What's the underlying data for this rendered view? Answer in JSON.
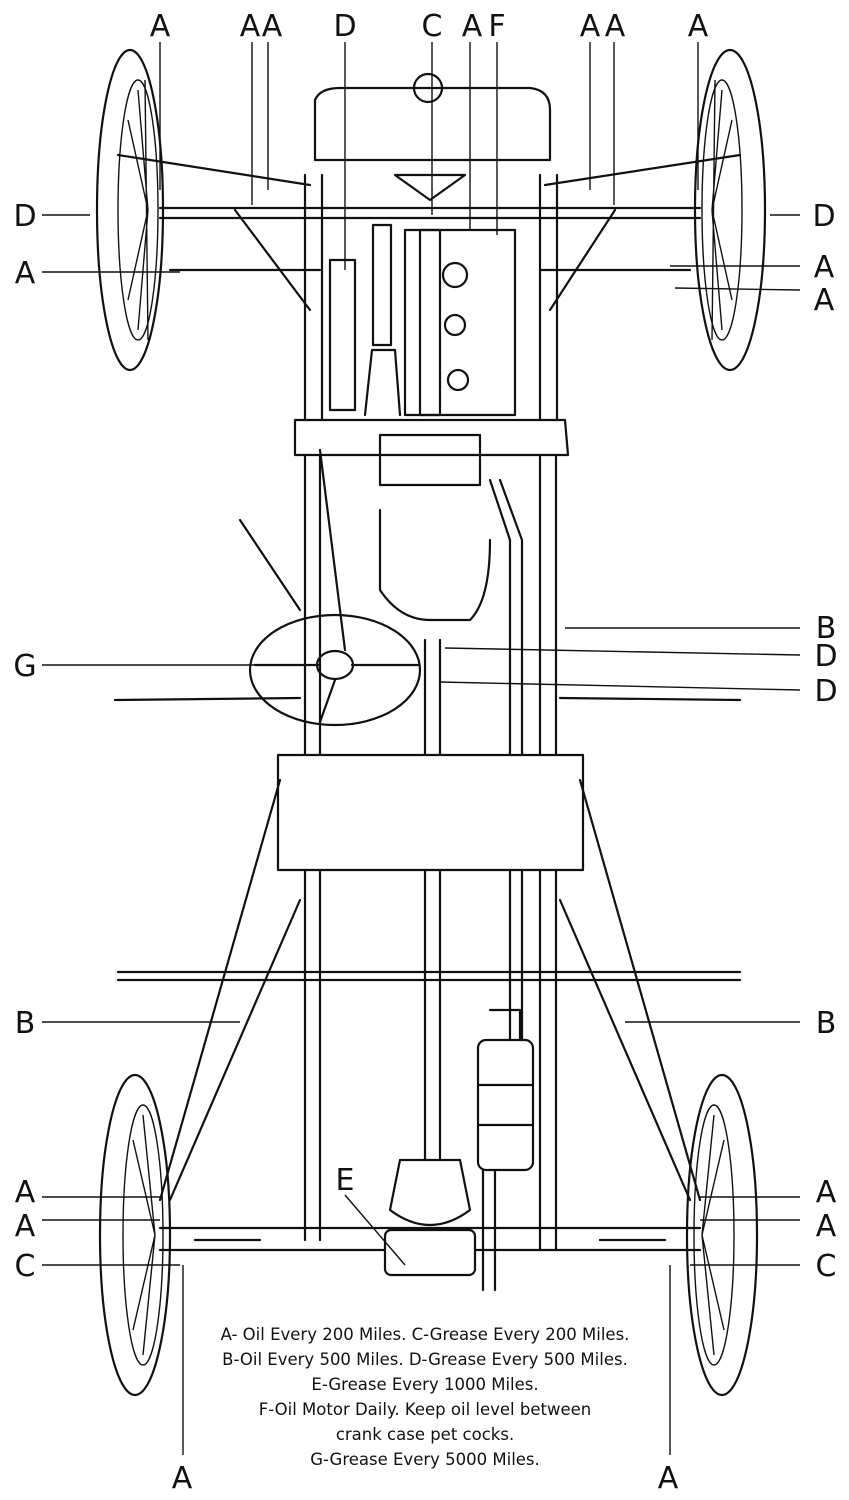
{
  "callouts": [
    "A",
    "A",
    "A",
    "D",
    "C",
    "A",
    "F",
    "A",
    "A",
    "A",
    "D",
    "D",
    "A",
    "A",
    "A",
    "B",
    "G",
    "D",
    "D",
    "B",
    "B",
    "A",
    "A",
    "C",
    "E",
    "A",
    "A",
    "C",
    "A",
    "A"
  ],
  "legend": {
    "line1": "A- Oil Every 200 Miles.   C-Grease Every 200 Miles.",
    "line2": "B-Oil Every 500 Miles.  D-Grease Every 500 Miles.",
    "line3": "E-Grease Every 1000 Miles.",
    "line4": "F-Oil Motor Daily. Keep oil level between",
    "line5": "crank case pet cocks.",
    "line6": "G-Grease Every 5000 Miles."
  }
}
